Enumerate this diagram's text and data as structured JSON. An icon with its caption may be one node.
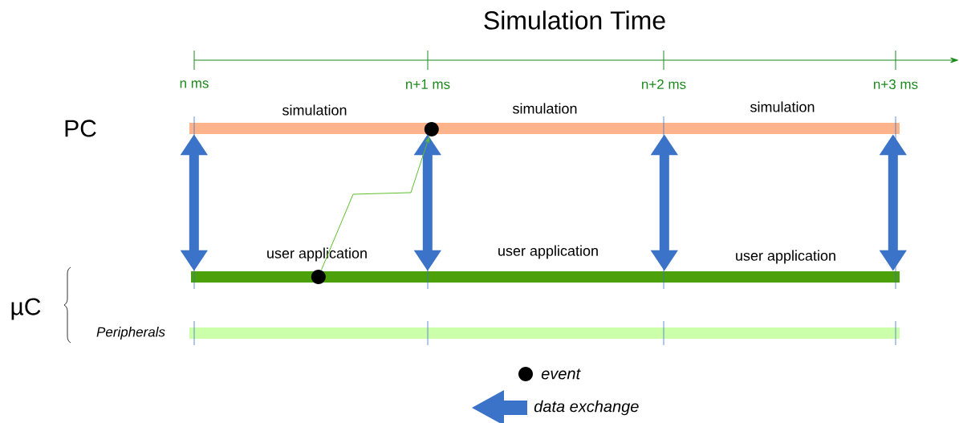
{
  "diagram": {
    "title": "Simulation Time",
    "nodes": [
      {
        "text": [],
        "shape": "bar",
        "beside": [
          "PC",
          "simulation",
          "simulation",
          "simulation"
        ]
      },
      {
        "text": [],
        "shape": "bar",
        "beside": [
          "user application",
          "user application",
          "user application"
        ]
      },
      {
        "text": [],
        "shape": "bar",
        "beside": [
          "Peripherals"
        ]
      },
      {
        "text": [],
        "shape": "circle",
        "in": 1
      },
      {
        "text": [],
        "shape": "circle",
        "in": 0
      }
    ],
    "edges": [
      {
        "from": 0,
        "to": 1,
        "arrow": "both"
      },
      {
        "from": 0,
        "to": 1,
        "arrow": "both"
      },
      {
        "from": 0,
        "to": 1,
        "arrow": "both"
      },
      {
        "from": 0,
        "to": 1,
        "arrow": "both"
      },
      {
        "from": 3,
        "to": 4,
        "arrow": "to",
        "color": "#5cbf2a"
      }
    ],
    "labels": [
      "n ms",
      "n+1 ms",
      "n+2 ms",
      "n+3 ms",
      "µC"
    ],
    "legend": [
      {
        "text": "event"
      },
      {
        "text": "data exchange"
      }
    ]
  }
}
